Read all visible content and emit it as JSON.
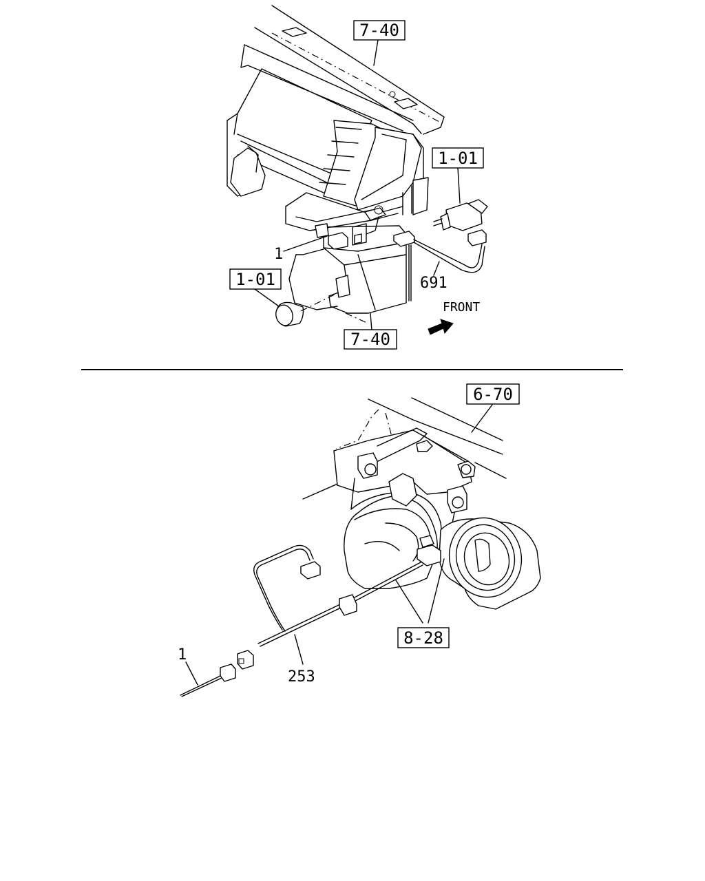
{
  "top_figure": {
    "callouts": [
      {
        "id": "cowl",
        "text": "7-40"
      },
      {
        "id": "switch-ref-upper",
        "text": "1-01"
      },
      {
        "id": "switch-ref-lower",
        "text": "1-01"
      },
      {
        "id": "panel-ref-lower",
        "text": "7-40"
      }
    ],
    "part_numbers": [
      {
        "id": "part-1-top",
        "text": "1"
      },
      {
        "id": "part-691",
        "text": "691"
      }
    ],
    "direction_label": "FRONT"
  },
  "bottom_figure": {
    "callouts": [
      {
        "id": "frame-ref",
        "text": "6-70"
      },
      {
        "id": "horn-ref",
        "text": "8-28"
      }
    ],
    "part_numbers": [
      {
        "id": "part-1-bottom",
        "text": "1"
      },
      {
        "id": "part-253",
        "text": "253"
      }
    ]
  }
}
